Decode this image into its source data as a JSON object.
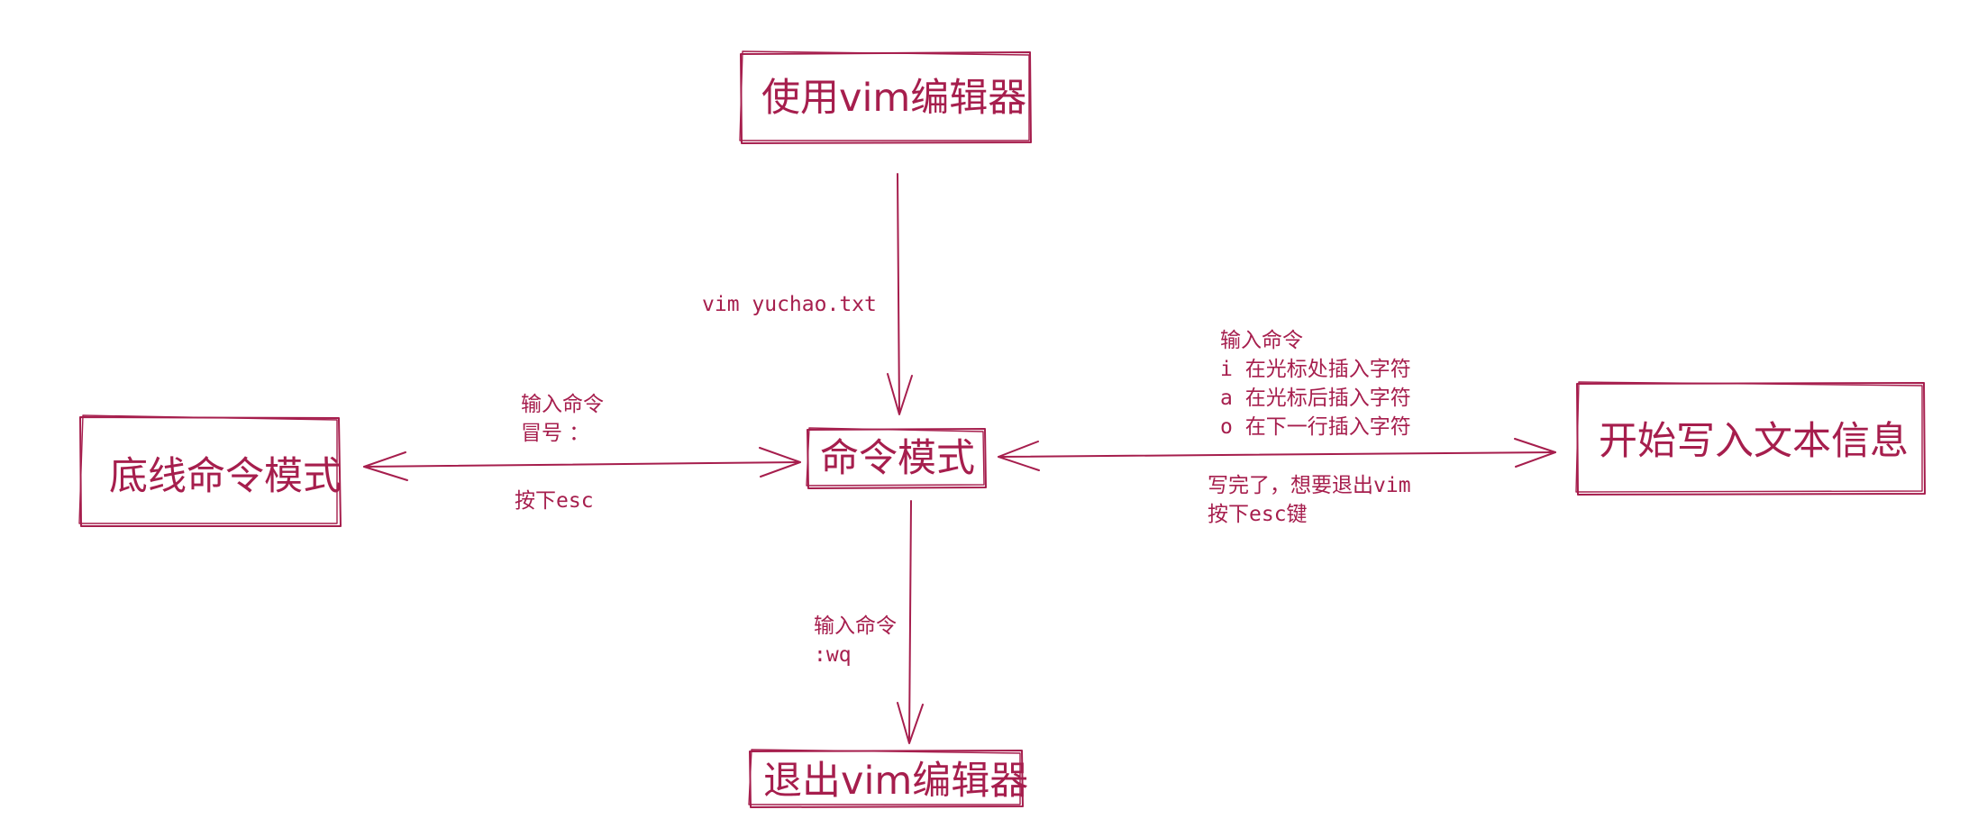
{
  "nodes": {
    "start": "使用vim编辑器",
    "command_mode": "命令模式",
    "bottom_line_mode": "底线命令模式",
    "insert_mode": "开始写入文本信息",
    "exit": "退出vim编辑器"
  },
  "edges": {
    "start_to_command": {
      "lines": [
        "vim yuchao.txt"
      ]
    },
    "command_to_bottom": {
      "lines": [
        "输入命令",
        "冒号 ："
      ]
    },
    "bottom_to_command": {
      "lines": [
        "按下esc"
      ]
    },
    "command_to_insert": {
      "lines": [
        "输入命令",
        "i   在光标处插入字符",
        "a   在光标后插入字符",
        "o   在下一行插入字符"
      ]
    },
    "insert_to_command": {
      "lines": [
        "写完了，想要退出vim",
        "按下esc键"
      ]
    },
    "bottom_to_exit": {
      "lines": [
        "输入命令",
        ":wq"
      ]
    }
  },
  "colors": {
    "stroke": "#a61e4d"
  }
}
